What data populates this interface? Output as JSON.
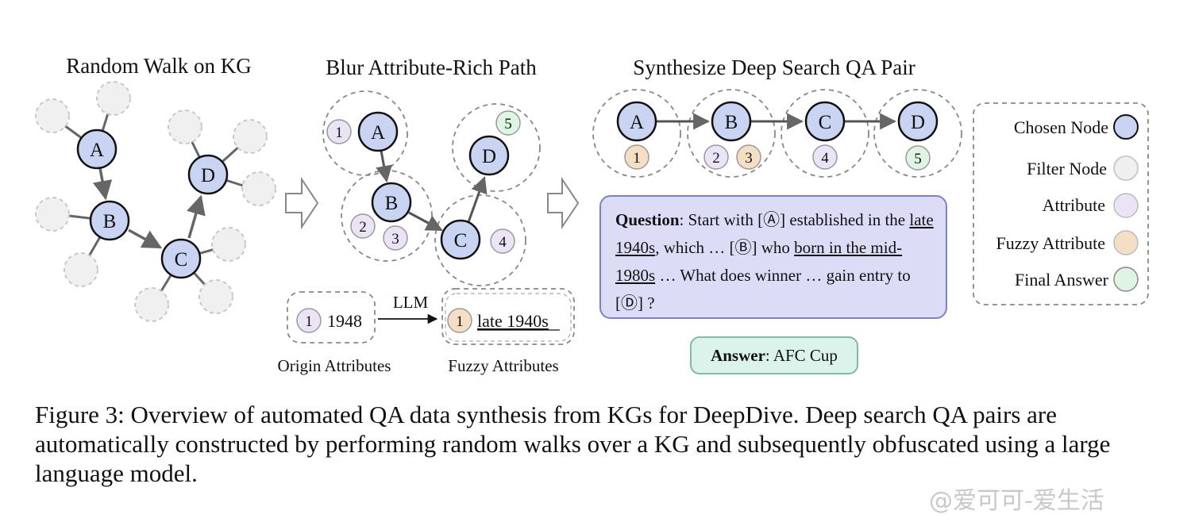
{
  "panels": {
    "random_walk_title": "Random Walk on KG",
    "blur_title": "Blur Attribute-Rich Path",
    "synthesize_title": "Synthesize Deep Search QA Pair"
  },
  "nodes": {
    "a": "A",
    "b": "B",
    "c": "C",
    "d": "D"
  },
  "attributes": {
    "n1": "1",
    "n2": "2",
    "n3": "3",
    "n4": "4",
    "n5": "5"
  },
  "example": {
    "origin_value": "1948",
    "llm_label": "LLM",
    "fuzzy_value": "late 1940s",
    "origin_caption": "Origin Attributes",
    "fuzzy_caption": "Fuzzy Attributes"
  },
  "legend": {
    "chosen_node": "Chosen Node",
    "filter_node": "Filter Node",
    "attribute": "Attribute",
    "fuzzy_attribute": "Fuzzy Attribute",
    "final_answer": "Final Answer"
  },
  "qa": {
    "question_label": "Question",
    "q1": ": Start with [Ⓐ] established in the ",
    "q2": "late 1940s",
    "q3": ", which … [Ⓑ] who ",
    "q4": "born in the mid-1980s",
    "q5": " … What does winner … gain entry to [Ⓓ] ?",
    "answer_label": "Answer",
    "answer_value": ": AFC Cup"
  },
  "caption": "Figure 3: Overview of automated QA data synthesis from KGs for DeepDive. Deep search QA pairs are automatically constructed by performing random walks over a KG and subsequently obfuscated using a large language model.",
  "watermark": "@爱可可-爱生活",
  "colors": {
    "chosen": "#c9d4f2",
    "filter": "#f0f0f0",
    "attribute": "#ebe4f7",
    "fuzzy": "#f5dfc4",
    "final": "#dff5e4",
    "question_bg": "#dcdcf7",
    "answer_bg": "#dcf3ec"
  }
}
